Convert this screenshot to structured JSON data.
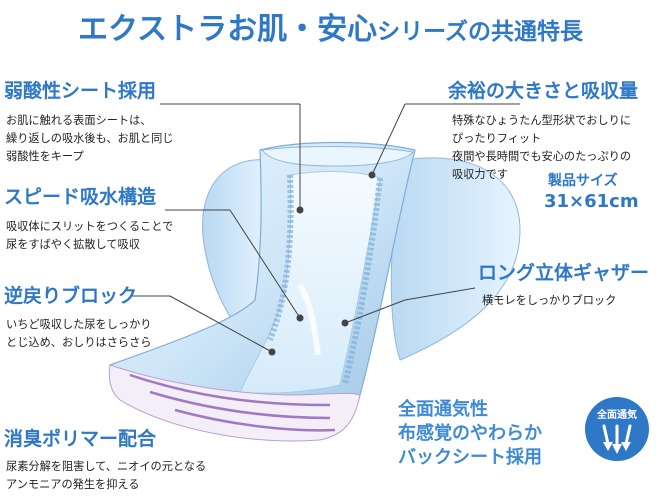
{
  "title": {
    "part1": "エクストラ",
    "part2": "お肌・安心",
    "part3": "シリーズの共通特長"
  },
  "features": {
    "weak_acid": {
      "heading": "弱酸性シート採用",
      "lines": [
        "お肌に触れる表面シートは、",
        "繰り返しの吸水後も、お肌と同じ",
        "弱酸性をキープ"
      ]
    },
    "speed": {
      "heading": "スピード吸水構造",
      "lines": [
        "吸収体にスリットをつくることで",
        "尿をすばやく拡散して吸収"
      ]
    },
    "backflow": {
      "heading": "逆戻りブロック",
      "lines": [
        "いちど吸収した尿をしっかり",
        "とじ込め、おしりはさらさら"
      ]
    },
    "deodor": {
      "heading": "消臭ポリマー配合",
      "lines": [
        "尿素分解を阻害して、ニオイの元となる",
        "アンモニアの発生を抑える"
      ]
    },
    "capacity": {
      "heading": "余裕の大きさと吸収量",
      "lines": [
        "特殊なひょうたん型形状でおしりに",
        "ぴったりフィット",
        "夜間や長時間でも安心のたっぷりの",
        "吸収力です"
      ]
    },
    "gather": {
      "heading": "ロング立体ギャザー",
      "lines": [
        "横モレをしっかりブロック"
      ]
    },
    "backsheet": {
      "lines": [
        "全面通気性",
        "布感覚のやわらか",
        "バックシート採用"
      ]
    }
  },
  "product_size": {
    "label": "製品サイズ",
    "value": "31×61cm"
  },
  "badge": {
    "label": "全面通気"
  },
  "colors": {
    "accent": "#2e78c7",
    "pad_light": "#dcefff",
    "pad_mid": "#a9cdec",
    "stripe": "#a07ac0"
  }
}
